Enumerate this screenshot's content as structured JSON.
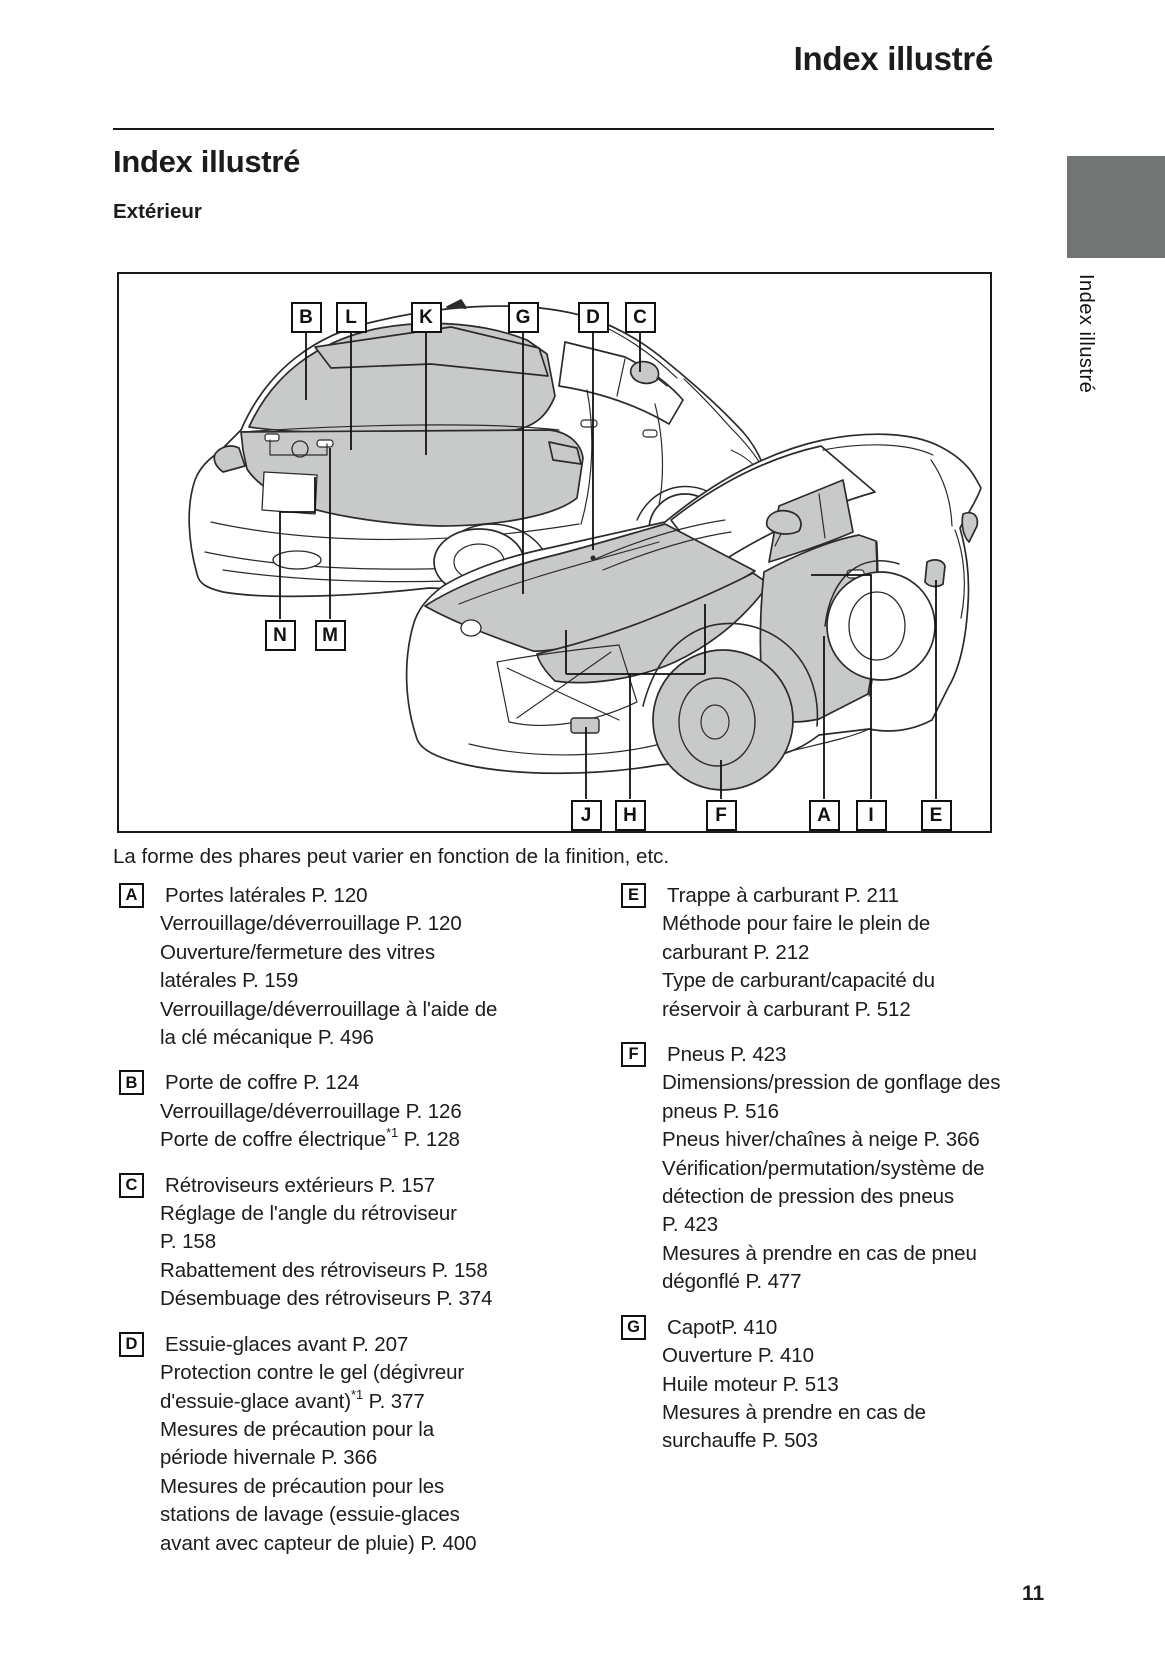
{
  "page": {
    "header_title": "Index illustré",
    "section_title": "Index illustré",
    "subsection_title": "Extérieur",
    "side_tab_label": "Index illustré",
    "figure_caption": "La forme des phares peut varier en fonction de la finition, etc.",
    "page_number": "11"
  },
  "figure": {
    "description": "Deux vues d'une voiture (arrière et avant) avec repères lettrés",
    "callouts": [
      "B",
      "L",
      "K",
      "G",
      "D",
      "C",
      "N",
      "M",
      "J",
      "H",
      "F",
      "A",
      "I",
      "E"
    ]
  },
  "lists": {
    "left": [
      {
        "label": "A",
        "lines": [
          [
            "Portes latérales P. 120"
          ],
          [
            "Verrouillage/déverrouillage P. 120"
          ],
          [
            "Ouverture/fermeture des vitres"
          ],
          [
            "latérales P. 159"
          ],
          [
            "Verrouillage/déverrouillage à l'aide de"
          ],
          [
            "la clé mécanique P. 496"
          ]
        ]
      },
      {
        "label": "B",
        "lines": [
          [
            "Porte de coffre P. 124"
          ],
          [
            "Verrouillage/déverrouillage P. 126"
          ],
          [
            "Porte de coffre électrique",
            {
              "sup": "*1"
            },
            " P. 128"
          ]
        ]
      },
      {
        "label": "C",
        "lines": [
          [
            "Rétroviseurs extérieurs P. 157"
          ],
          [
            "Réglage de l'angle du rétroviseur"
          ],
          [
            "P. 158"
          ],
          [
            "Rabattement des rétroviseurs P. 158"
          ],
          [
            "Désembuage des rétroviseurs P. 374"
          ]
        ]
      },
      {
        "label": "D",
        "lines": [
          [
            "Essuie-glaces avant P. 207"
          ],
          [
            "Protection contre le gel (dégivreur"
          ],
          [
            "d'essuie-glace avant)",
            {
              "sup": "*1"
            },
            " P. 377"
          ],
          [
            "Mesures de précaution pour la"
          ],
          [
            "période hivernale P. 366"
          ],
          [
            "Mesures de précaution pour les"
          ],
          [
            "stations de lavage (essuie-glaces"
          ],
          [
            "avant avec capteur de pluie) P. 400"
          ]
        ]
      }
    ],
    "right": [
      {
        "label": "E",
        "lines": [
          [
            "Trappe à carburant P. 211"
          ],
          [
            "Méthode pour faire le plein de"
          ],
          [
            "carburant P. 212"
          ],
          [
            "Type de carburant/capacité du"
          ],
          [
            "réservoir à carburant P. 512"
          ]
        ]
      },
      {
        "label": "F",
        "lines": [
          [
            "Pneus P. 423"
          ],
          [
            "Dimensions/pression de gonflage des"
          ],
          [
            "pneus P. 516"
          ],
          [
            "Pneus hiver/chaînes à neige P. 366"
          ],
          [
            "Vérification/permutation/système de"
          ],
          [
            "détection de pression des pneus"
          ],
          [
            "P. 423"
          ],
          [
            "Mesures à prendre en cas de pneu"
          ],
          [
            "dégonflé P. 477"
          ]
        ]
      },
      {
        "label": "G",
        "lines": [
          [
            "CapotP. 410"
          ],
          [
            "Ouverture P. 410"
          ],
          [
            "Huile moteur P. 513"
          ],
          [
            "Mesures à prendre en cas de"
          ],
          [
            "surchauffe P. 503"
          ]
        ]
      }
    ]
  },
  "colors": {
    "ink": "#1c1c1c",
    "illustration_shade_gray": "#c8cac9",
    "side_tab_gray": "#717674"
  }
}
